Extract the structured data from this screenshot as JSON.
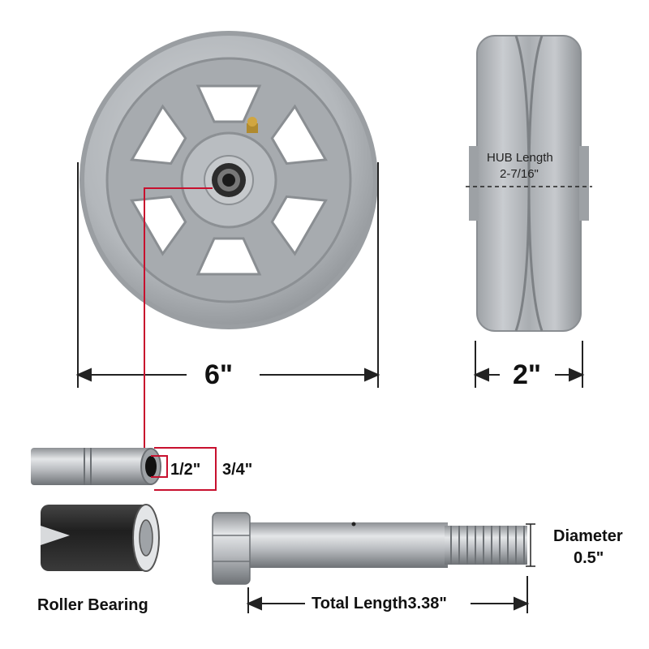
{
  "wheel": {
    "diameter_label": "6\"",
    "width_label": "2\"",
    "hub_label": "HUB Length",
    "hub_value": "2-7/16\""
  },
  "bushing": {
    "inner_label": "1/2\"",
    "outer_label": "3/4\""
  },
  "bolt": {
    "diameter_label": "Diameter",
    "diameter_value": "0.5\"",
    "length_label": "Total Length3.38\""
  },
  "bearing": {
    "label": "Roller Bearing"
  },
  "colors": {
    "wheel_metal": "#b9bcbf",
    "wheel_dark": "#8f9397",
    "bearing_black": "#2a2a2a",
    "steel": "#c8cbcf",
    "callout_red": "#c8102e",
    "dimension_line": "#222222"
  }
}
